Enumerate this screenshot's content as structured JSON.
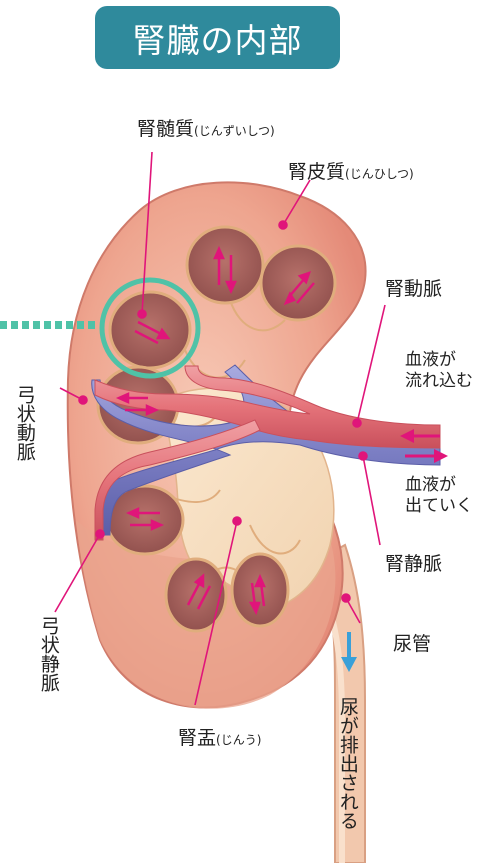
{
  "title": "腎臓の内部",
  "labels": {
    "medulla": "腎髄質",
    "medulla_reading": "(じんずいしつ)",
    "cortex": "腎皮質",
    "cortex_reading": "(じんひしつ)",
    "renal_artery": "腎動脈",
    "blood_in_line1": "血液が",
    "blood_in_line2": "流れ込む",
    "blood_out_line1": "血液が",
    "blood_out_line2": "出ていく",
    "renal_vein": "腎静脈",
    "ureter": "尿管",
    "pelvis": "腎盂",
    "pelvis_reading": "(じんう)",
    "arcuate_artery": "弓状動脈",
    "arcuate_vein": "弓状静脈",
    "urine_out": "尿が排出される"
  },
  "colors": {
    "title_bg": "#2f8a9c",
    "leader_line": "#e0157a",
    "arrow": "#e0157a",
    "highlight_circle": "#4fc2a7",
    "urine_arrow": "#3aa0d8",
    "artery": "#e5737a",
    "vein": "#7c7fc4"
  }
}
